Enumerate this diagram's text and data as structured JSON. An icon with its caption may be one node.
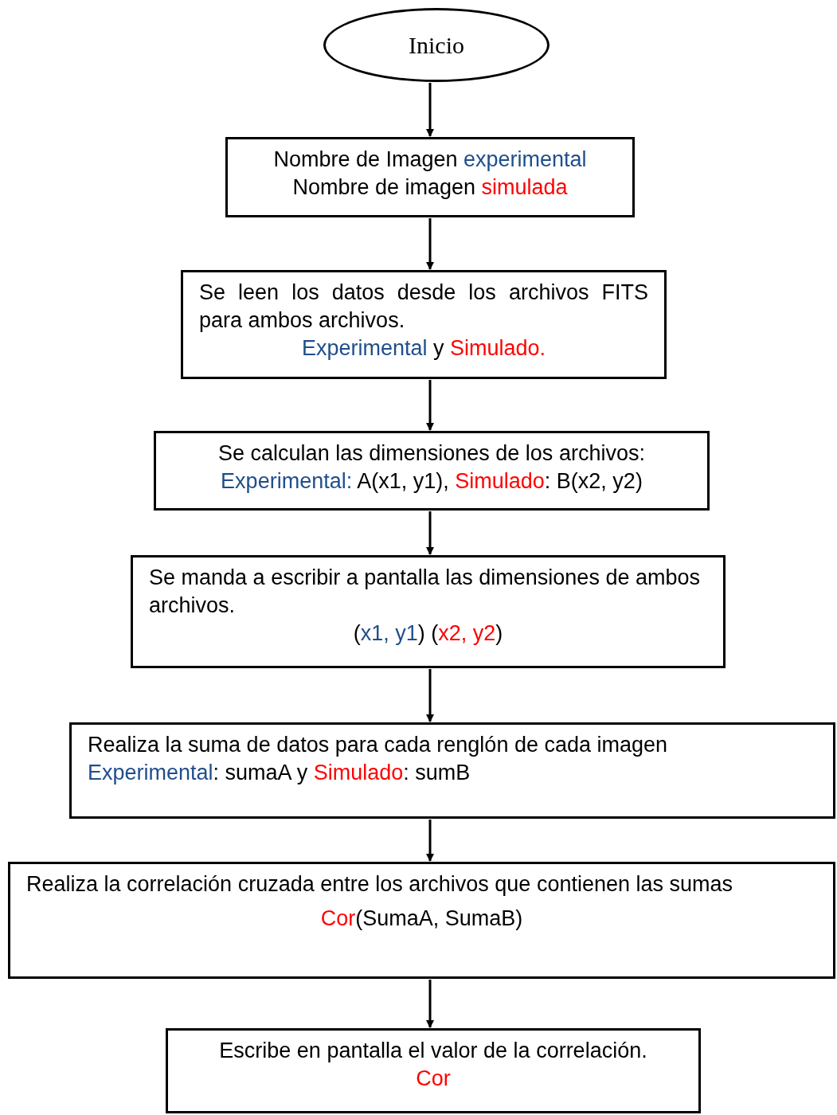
{
  "diagram": {
    "nodes": [
      {
        "text": [
          "Inicio"
        ]
      },
      {
        "text": [
          "Nombre de Imagen experimental",
          "Nombre de imagen simulada"
        ]
      },
      {
        "text": [
          "Se leen los datos desde los archivos FITS para ambos archivos.",
          "Experimental y Simulado."
        ]
      },
      {
        "text": [
          "Se calculan las dimensiones de los archivos:",
          "Experimental: A(x1, y1), Simulado: B(x2, y2)"
        ]
      },
      {
        "text": [
          "Se manda a escribir a pantalla las dimensiones de ambos archivos.",
          "(x1, y1) (x2, y2)"
        ]
      },
      {
        "text": [
          "Realiza la suma de datos para cada renglón de cada imagen",
          "Experimental: sumaA y Simulado: sumB"
        ]
      },
      {
        "text": [
          "Realiza la correlación cruzada entre los archivos que contienen las sumas",
          "Cor(SumaA, SumaB)"
        ]
      },
      {
        "text": [
          "Escribe en pantalla el valor de la correlación.",
          "Cor"
        ]
      }
    ],
    "edges": [
      {
        "from": 0,
        "to": 1,
        "arrow": "to"
      },
      {
        "from": 1,
        "to": 2,
        "arrow": "to"
      },
      {
        "from": 2,
        "to": 3,
        "arrow": "to"
      },
      {
        "from": 3,
        "to": 4,
        "arrow": "to"
      },
      {
        "from": 4,
        "to": 5,
        "arrow": "to"
      },
      {
        "from": 5,
        "to": 6,
        "arrow": "to"
      },
      {
        "from": 6,
        "to": 7,
        "arrow": "to"
      }
    ]
  }
}
